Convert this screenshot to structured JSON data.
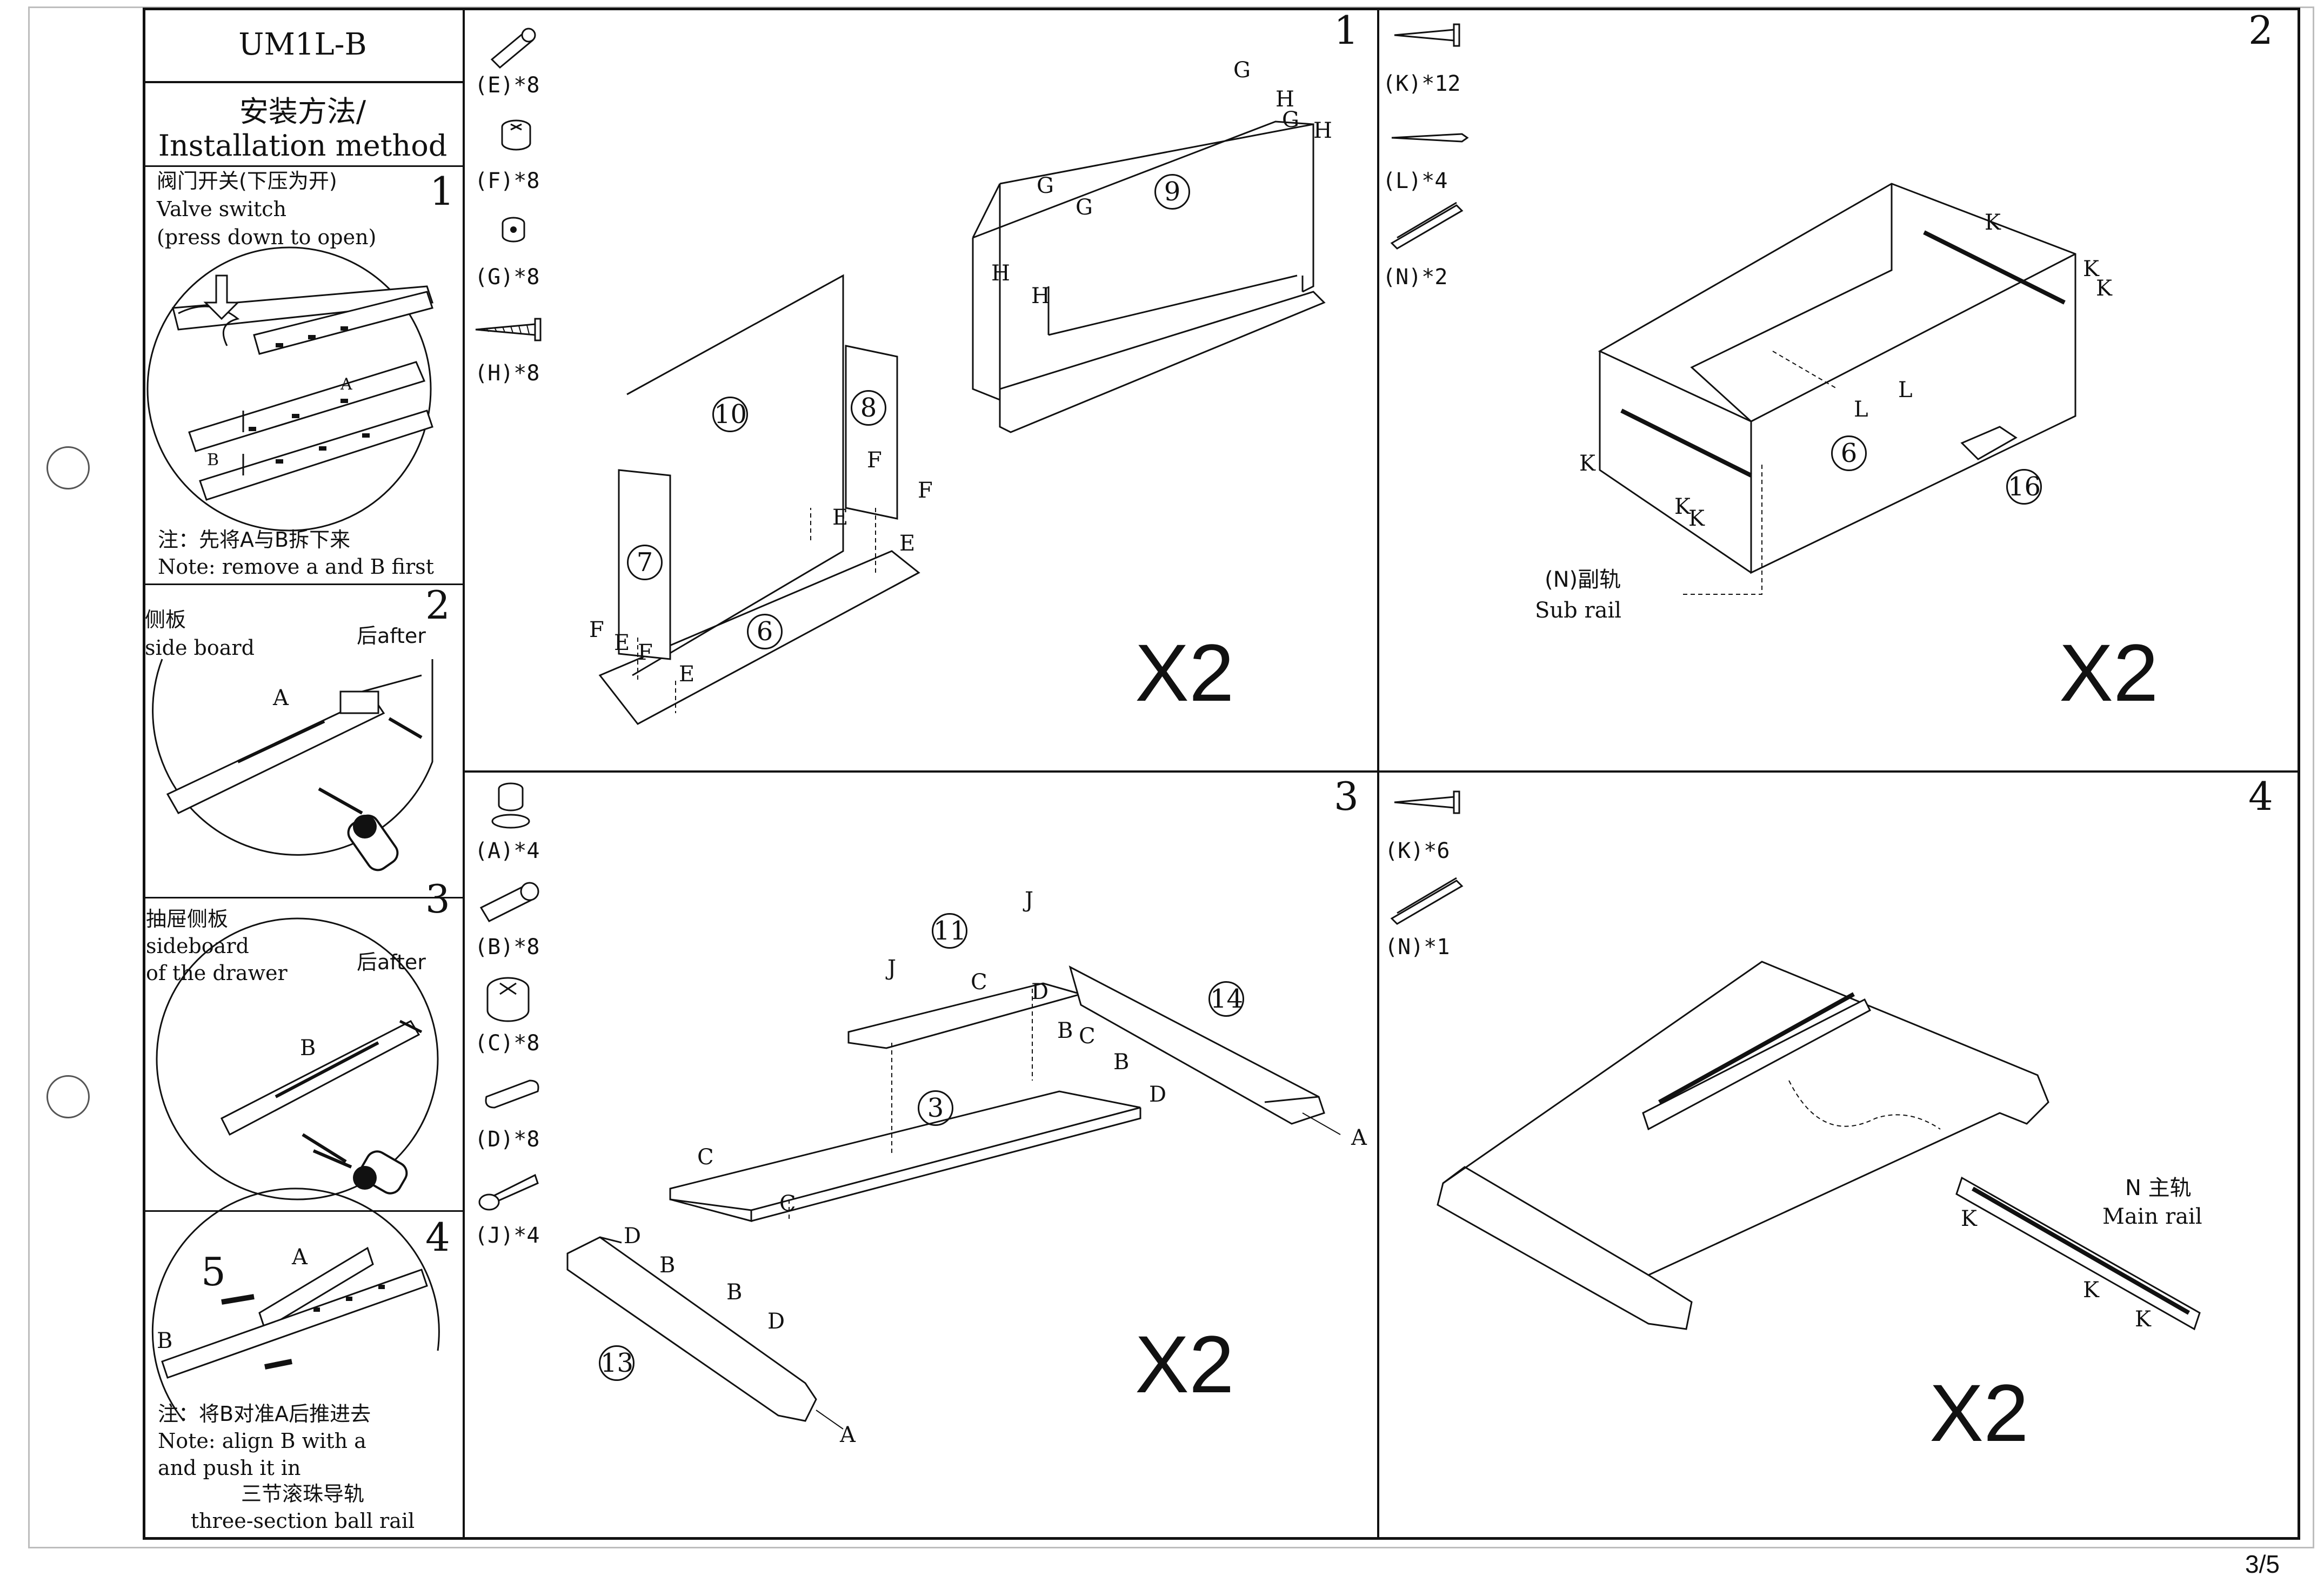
{
  "doc": {
    "model": "UM1L-B",
    "page_number": "3/5"
  },
  "side": {
    "title_cn": "安装方法/",
    "title_en": "Installation method",
    "steps": [
      {
        "num": "1",
        "lines": [
          "阀门开关(下压为开)",
          "Valve switch",
          "(press down to open)"
        ],
        "labels": [
          "A",
          "B"
        ],
        "note": [
          "注：先将A与B拆下来",
          "Note: remove a and B first"
        ]
      },
      {
        "num": "2",
        "lines": [
          "侧板",
          "side board"
        ],
        "after": "后after",
        "labels": [
          "A"
        ]
      },
      {
        "num": "3",
        "lines": [
          "抽屉侧板",
          "sideboard",
          "of the drawer"
        ],
        "after": "后after",
        "labels": [
          "B"
        ]
      },
      {
        "num": "4",
        "inner": "5",
        "labels": [
          "A",
          "B"
        ],
        "note": [
          "注：将B对准A后推进去",
          "Note: align B with a",
          "and push it in"
        ],
        "footer": [
          "三节滚珠导轨",
          "three-section ball rail"
        ]
      }
    ]
  },
  "panels": [
    {
      "step": "1",
      "multiplier": "X2",
      "parts": [
        "(E)*8",
        "(F)*8",
        "(G)*8",
        "(H)*8"
      ],
      "boards": [
        "9",
        "10",
        "8",
        "7",
        "6"
      ],
      "letters": [
        "G",
        "H",
        "G",
        "H",
        "G",
        "G",
        "H",
        "H",
        "F",
        "F",
        "E",
        "E",
        "F",
        "E",
        "F",
        "E",
        "E"
      ]
    },
    {
      "step": "2",
      "multiplier": "X2",
      "parts": [
        "(K)*12",
        "(L)*4",
        "(N)*2"
      ],
      "boards": [
        "6",
        "16"
      ],
      "letters": [
        "K",
        "K",
        "K",
        "L",
        "L",
        "K",
        "K",
        "K"
      ],
      "callout_cn": "(N)副轨",
      "callout_en": "Sub rail"
    },
    {
      "step": "3",
      "multiplier": "X2",
      "parts": [
        "(A)*4",
        "(B)*8",
        "(C)*8",
        "(D)*8",
        "(J)*4"
      ],
      "boards": [
        "11",
        "14",
        "3",
        "13"
      ],
      "letters": [
        "J",
        "J",
        "C",
        "D",
        "B",
        "C",
        "B",
        "D",
        "A",
        "C",
        "C",
        "D",
        "B",
        "B",
        "D",
        "A"
      ]
    },
    {
      "step": "4",
      "multiplier": "X2",
      "parts": [
        "(K)*6",
        "(N)*1"
      ],
      "letters": [
        "K",
        "K",
        "K"
      ],
      "callout_cn": "N 主轨",
      "callout_en": "Main rail"
    }
  ]
}
